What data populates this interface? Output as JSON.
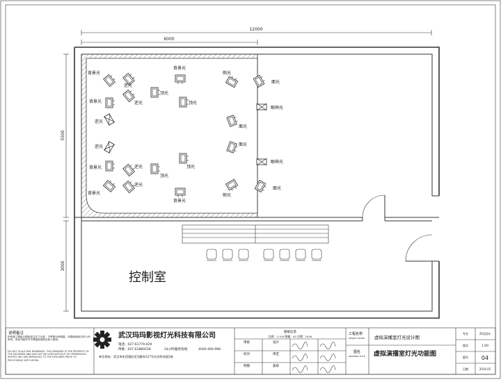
{
  "dimensions": {
    "total_width": "12000",
    "studio_width": "6000",
    "studio_depth": "5500",
    "control_depth": "3000"
  },
  "rooms": {
    "control_room": "控制室"
  },
  "lights": {
    "back": "背景光",
    "reverse": "逆光",
    "top": "顶光",
    "side": "侧光",
    "face": "面光",
    "eye": "眼神光"
  },
  "title_block": {
    "notes_title": "说明备注",
    "notes_cn": "所有施工图纸以图纸标注尺寸为准，不得按比例测量。本图纸版权归本公司所有，未经书面许可不得复制或转交他人使用。",
    "notes_en": "DO NOT SCALE ANY DRAWINGS. THIS DRAWING IS THE PROPERTY OF THE DESIGNER AND MAY NOT BE USED WITHOUT HIS PERMISSION. REPORT ANY DISCREPANCIES TO THE DESIGNER PRIOR TO PROCEEDING WITH WORK.",
    "company_name": "武汉玛玛影视灯光科技有限公司",
    "tel": "电话：027-61779-029",
    "fax": "传真：027-61889228",
    "hotline_label": "24小时服务热线：",
    "hotline": "4000-460-998",
    "address": "单位地址：武汉市东西湖区径河路东127号光谷科技园1栋",
    "drawing_info_label": "图纸信息",
    "scale_info": "比例：1:100  图幅：A3  日期：2016",
    "sign_rows": [
      "审核",
      "设计",
      "校对",
      "审定",
      "制图",
      "复核"
    ],
    "project_label_cn": "工程名称",
    "project_label_en": "PROJECT NAME",
    "project_name": "虚拟演播室灯光设计图",
    "drawing_label_cn": "图名",
    "drawing_label_en": "DRAWING TITLE",
    "drawing_name": "虚拟演播室灯光功能图",
    "right_labels": [
      "专业",
      "版次",
      "图号",
      "日期"
    ],
    "right_values": [
      "声光设计",
      "1.00",
      "04",
      "2016.05"
    ]
  }
}
